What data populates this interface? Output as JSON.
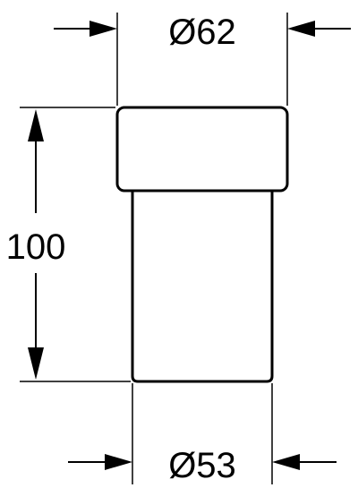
{
  "dimensions": {
    "top_diameter": "Ø62",
    "height": "100",
    "bottom_diameter": "Ø53"
  }
}
